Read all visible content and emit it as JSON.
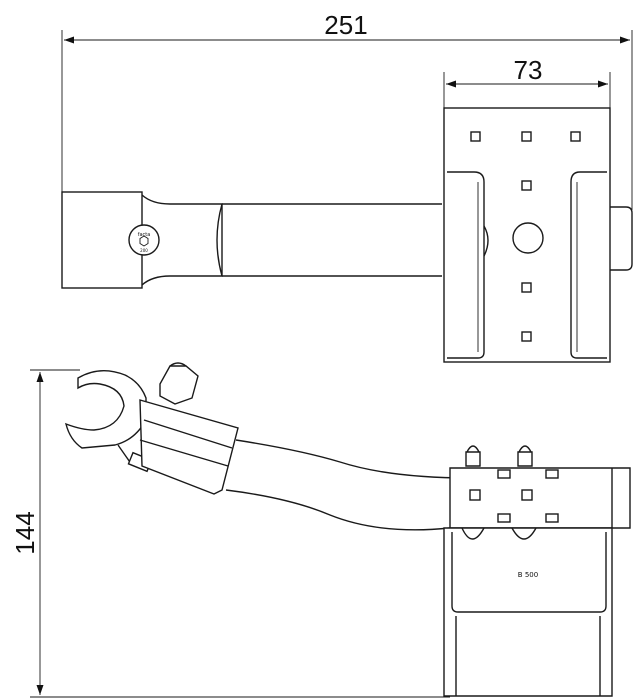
{
  "dimensions": {
    "overall_width": "251",
    "plate_width": "73",
    "height": "144"
  },
  "labels": {
    "clamp_marking": "B 500",
    "logo_text_top": "facta",
    "logo_text_bottom": "200"
  }
}
